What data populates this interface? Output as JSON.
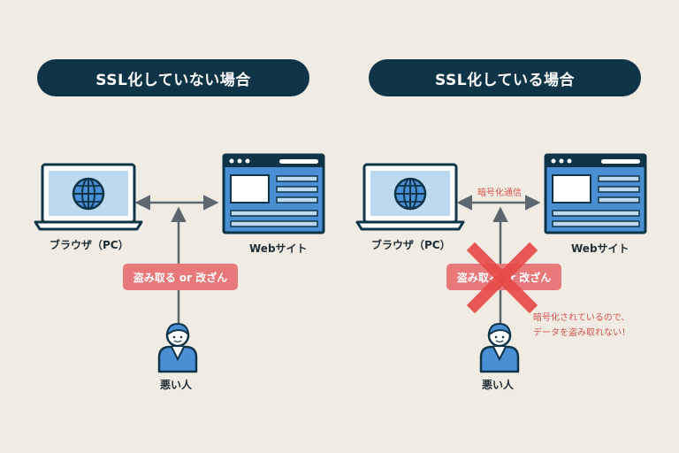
{
  "left_panel": {
    "title": "SSL化していない場合",
    "browser_label": "ブラウザ（PC）",
    "website_label": "Webサイト",
    "attack_label": "盗み取る or 改ざん",
    "attacker_label": "悪い人"
  },
  "right_panel": {
    "title": "SSL化している場合",
    "browser_label": "ブラウザ（PC）",
    "website_label": "Webサイト",
    "encrypted_label": "暗号化通信",
    "attack_label": "盗み取る or 改ざん",
    "attacker_label": "悪い人",
    "note_line1": "暗号化されているので、",
    "note_line2": "データを盗み取れない！"
  },
  "colors": {
    "navy": "#0f3448",
    "blue": "#4a8fd4",
    "light_blue": "#bcd9ef",
    "red_tag": "#e8787a",
    "red_cross": "#e84a4a",
    "background": "#f0ece4"
  },
  "icons": {
    "laptop": "laptop-icon",
    "globe": "globe-icon",
    "browser_window": "browser-window-icon",
    "person": "person-icon",
    "cross": "cross-icon"
  }
}
